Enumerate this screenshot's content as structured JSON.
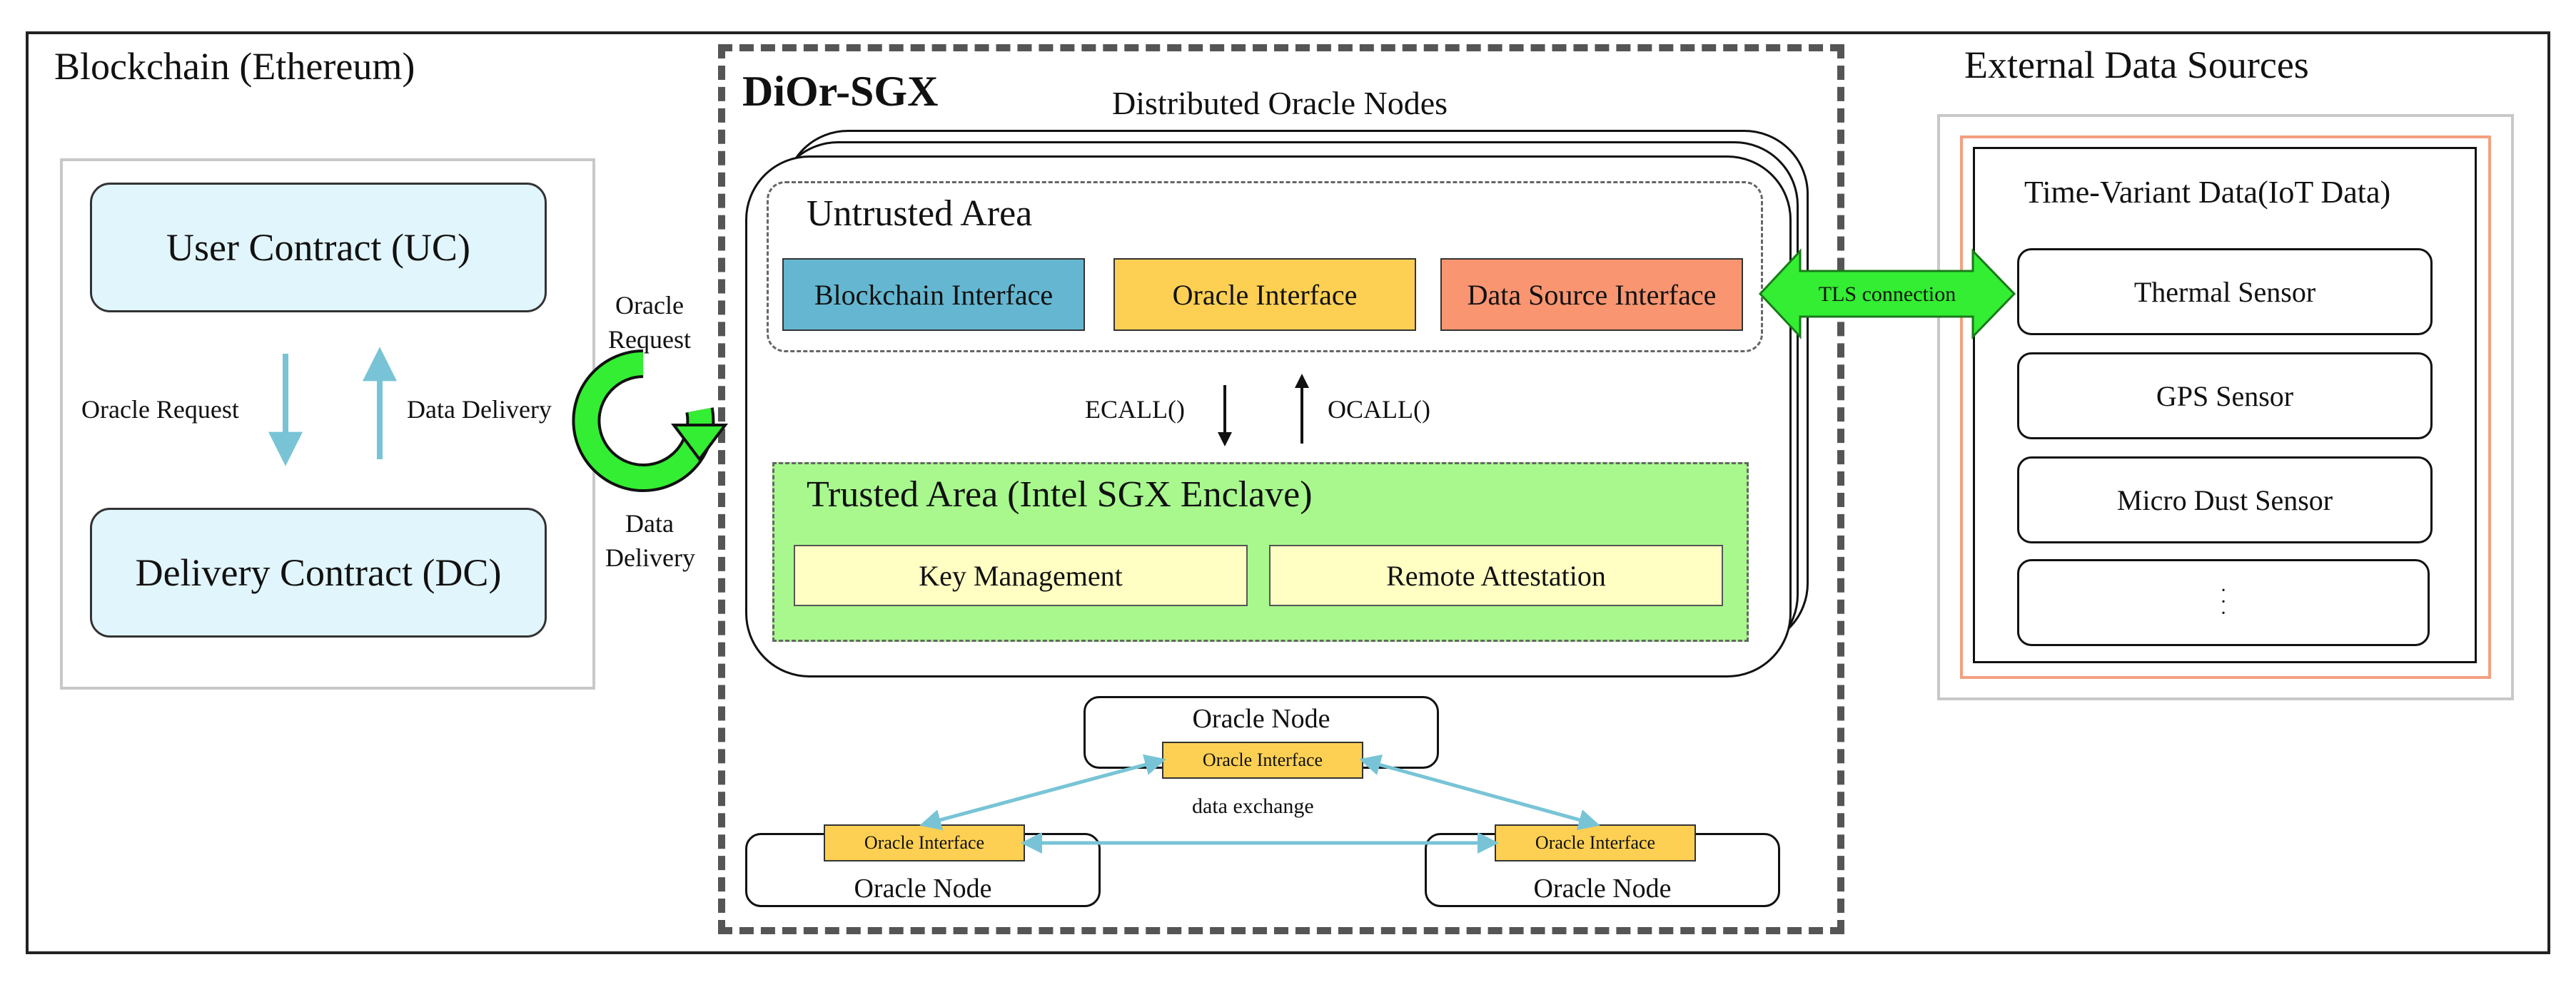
{
  "blockchain": {
    "title": "Blockchain (Ethereum)",
    "user_contract": "User Contract (UC)",
    "delivery_contract": "Delivery Contract (DC)",
    "oracle_request": "Oracle Request",
    "data_delivery": "Data Delivery"
  },
  "loop": {
    "request_line1": "Oracle",
    "request_line2": "Request",
    "delivery_line1": "Data",
    "delivery_line2": "Delivery"
  },
  "dior": {
    "title": "DiOr-SGX",
    "nodes_label": "Distributed Oracle Nodes",
    "untrusted_title": "Untrusted Area",
    "blockchain_interface": "Blockchain Interface",
    "oracle_interface": "Oracle Interface",
    "data_source_interface": "Data Source Interface",
    "ecall": "ECALL()",
    "ocall": "OCALL()",
    "trusted_title": "Trusted Area (Intel SGX Enclave)",
    "key_management": "Key Management",
    "remote_attestation": "Remote Attestation",
    "node_top": "Oracle Node",
    "node_left": "Oracle Node",
    "node_right": "Oracle Node",
    "node_interface": "Oracle Interface",
    "data_exchange": "data exchange"
  },
  "tls": "TLS connection",
  "external": {
    "title": "External Data Sources",
    "tv_title": "Time-Variant Data(IoT Data)",
    "sensors": [
      "Thermal Sensor",
      "GPS Sensor",
      "Micro Dust Sensor"
    ],
    "ellipsis": "·\n·\n·"
  },
  "colors": {
    "contract_fill": "#e1f5fc",
    "arrow_blue": "#78c4d6",
    "blockchain_if": "#65b7d1",
    "oracle_if": "#fdd053",
    "data_source_if": "#f99571",
    "trusted_fill": "#a8f88e",
    "inner_yellow": "#ffffc4",
    "green_arrow": "#33ee33",
    "orange_border": "#f4a080"
  }
}
